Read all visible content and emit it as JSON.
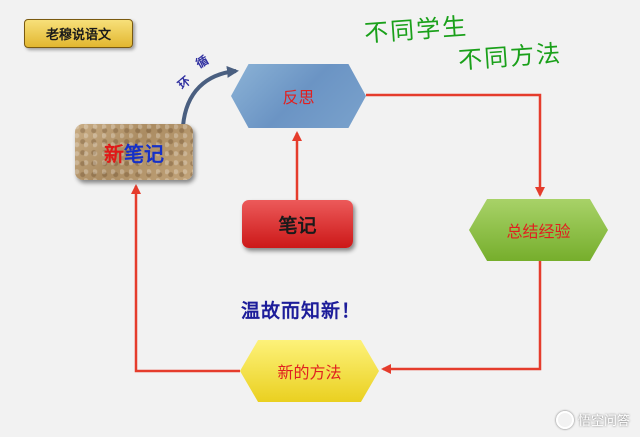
{
  "badge": "老穆说语文",
  "handwriting": {
    "line1": "不同学生",
    "line2": "不同方法"
  },
  "nodes": {
    "fansi": "反思",
    "biji": "笔记",
    "xinbiji_new": "新",
    "xinbiji_note": "笔记",
    "jingyan": "总结经验",
    "fangfa": "新的方法"
  },
  "cycle": {
    "char1": "循",
    "char2": "环"
  },
  "motto": "温故而知新！",
  "watermark": {
    "logo_icon": "chat-bubble-icon",
    "text": "悟空问答"
  },
  "colors": {
    "arrow": "#e53c2c",
    "cycle_arrow": "#4a5f80",
    "handwriting": "#1aa01a",
    "motto": "#1d1d9a"
  }
}
